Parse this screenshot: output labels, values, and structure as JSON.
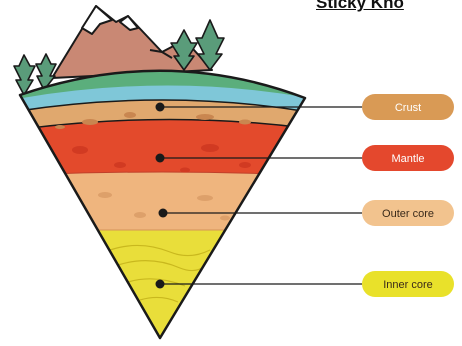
{
  "header": {
    "title_fragment": "Sticky Kno"
  },
  "labels": [
    {
      "id": "crust",
      "text": "Crust",
      "fill": "#D99A55",
      "text_color": "#ffffff"
    },
    {
      "id": "mantle",
      "text": "Mantle",
      "fill": "#E4482D",
      "text_color": "#ffffff"
    },
    {
      "id": "outer-core",
      "text": "Outer core",
      "fill": "#F2C38E",
      "text_color": "#3a2a1a"
    },
    {
      "id": "inner-core",
      "text": "Inner core",
      "fill": "#E9E12A",
      "text_color": "#3a2a1a"
    }
  ],
  "colors": {
    "sky_band": "#7FC7D8",
    "grass": "#5BAE7C",
    "crust_layer": "#E0A86E",
    "mantle_layer": "#E34A2C",
    "outer_core_layer": "#EFB57E",
    "inner_core_layer": "#E9DE3A",
    "mountain": "#C98874",
    "tree": "#5A9C7A",
    "outline": "#1a1a1a"
  }
}
